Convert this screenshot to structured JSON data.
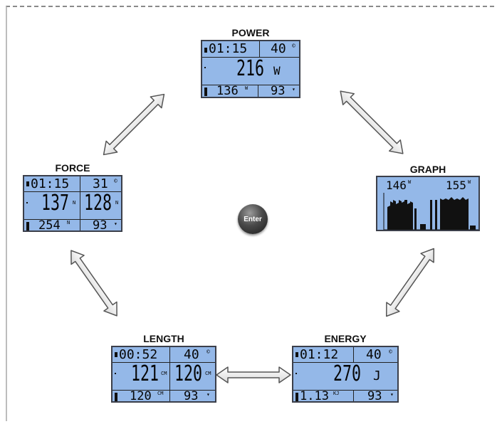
{
  "screens": {
    "power": {
      "title": "POWER",
      "time": "01:15",
      "rate": "40",
      "main_value": "216",
      "main_unit": "W",
      "bottom_left": "136",
      "bottom_left_unit": "W",
      "bottom_right": "93"
    },
    "graph": {
      "title": "GRAPH",
      "left_value": "146",
      "left_unit": "W",
      "right_value": "155",
      "right_unit": "W"
    },
    "force": {
      "title": "FORCE",
      "time": "01:15",
      "rate": "31",
      "left_value": "137",
      "left_unit": "N",
      "right_value": "128",
      "right_unit": "N",
      "bottom_left": "254",
      "bottom_left_unit": "N",
      "bottom_right": "93"
    },
    "length": {
      "title": "LENGTH",
      "time": "00:52",
      "rate": "40",
      "left_value": "121",
      "left_unit": "CM",
      "right_value": "120",
      "right_unit": "CM",
      "bottom_left": "120",
      "bottom_left_unit": "CM",
      "bottom_right": "93"
    },
    "energy": {
      "title": "ENERGY",
      "time": "01:12",
      "rate": "40",
      "main_value": "270",
      "main_unit": "J",
      "bottom_left": "1.13",
      "bottom_left_unit": "KJ",
      "bottom_right": "93"
    }
  },
  "enter_button": {
    "label": "Enter"
  },
  "colors": {
    "lcd_background": "#94b8e8",
    "lcd_border": "#3b3f4a",
    "arrow_fill": "#ffffff",
    "arrow_stroke": "#555555"
  }
}
